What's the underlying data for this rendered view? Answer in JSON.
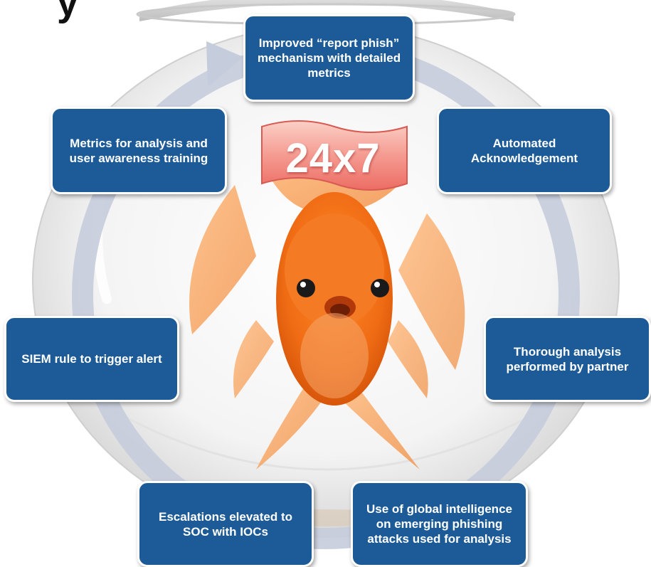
{
  "title_fragment": "y",
  "badge": {
    "text": "24x7"
  },
  "steps": {
    "report_phish": "Improved “report phish” mechanism with detailed metrics",
    "automated_ack": "Automated Acknowledgement",
    "thorough_analysis": "Thorough analysis performed by partner",
    "global_intel": "Use of global intelligence on emerging phishing attacks used for analysis",
    "escalations": "Escalations elevated to SOC with IOCs",
    "siem_rule": "SIEM rule to trigger alert",
    "metrics_training": "Metrics for analysis and user awareness training"
  },
  "colors": {
    "box_fill": "#1c5b98",
    "box_border": "#ffffff",
    "cycle_arrow": "#c5ccdb",
    "badge_fill": "#f2837d",
    "fish": "#f07a1f"
  },
  "icons": {
    "central_image": "goldfish-in-bowl",
    "cycle": "circular-arrow"
  }
}
